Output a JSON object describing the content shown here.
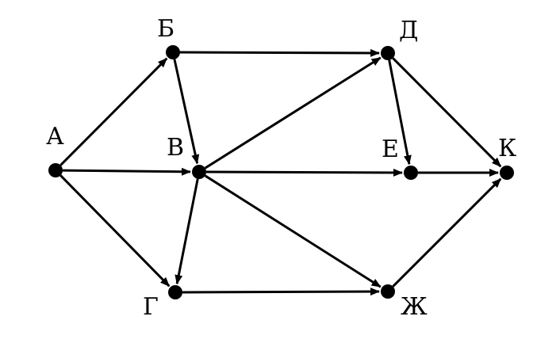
{
  "graph": {
    "nodes": [
      {
        "id": "A",
        "label": "А"
      },
      {
        "id": "B",
        "label": "Б"
      },
      {
        "id": "V",
        "label": "В"
      },
      {
        "id": "G",
        "label": "Г"
      },
      {
        "id": "D",
        "label": "Д"
      },
      {
        "id": "E",
        "label": "Е"
      },
      {
        "id": "Zh",
        "label": "Ж"
      },
      {
        "id": "K",
        "label": "К"
      }
    ],
    "edges": [
      {
        "from": "A",
        "to": "B"
      },
      {
        "from": "A",
        "to": "V"
      },
      {
        "from": "A",
        "to": "G"
      },
      {
        "from": "B",
        "to": "D"
      },
      {
        "from": "B",
        "to": "V"
      },
      {
        "from": "V",
        "to": "D"
      },
      {
        "from": "V",
        "to": "E"
      },
      {
        "from": "V",
        "to": "Zh"
      },
      {
        "from": "V",
        "to": "G"
      },
      {
        "from": "D",
        "to": "E"
      },
      {
        "from": "D",
        "to": "K"
      },
      {
        "from": "E",
        "to": "K"
      },
      {
        "from": "G",
        "to": "Zh"
      },
      {
        "from": "Zh",
        "to": "K"
      }
    ]
  }
}
